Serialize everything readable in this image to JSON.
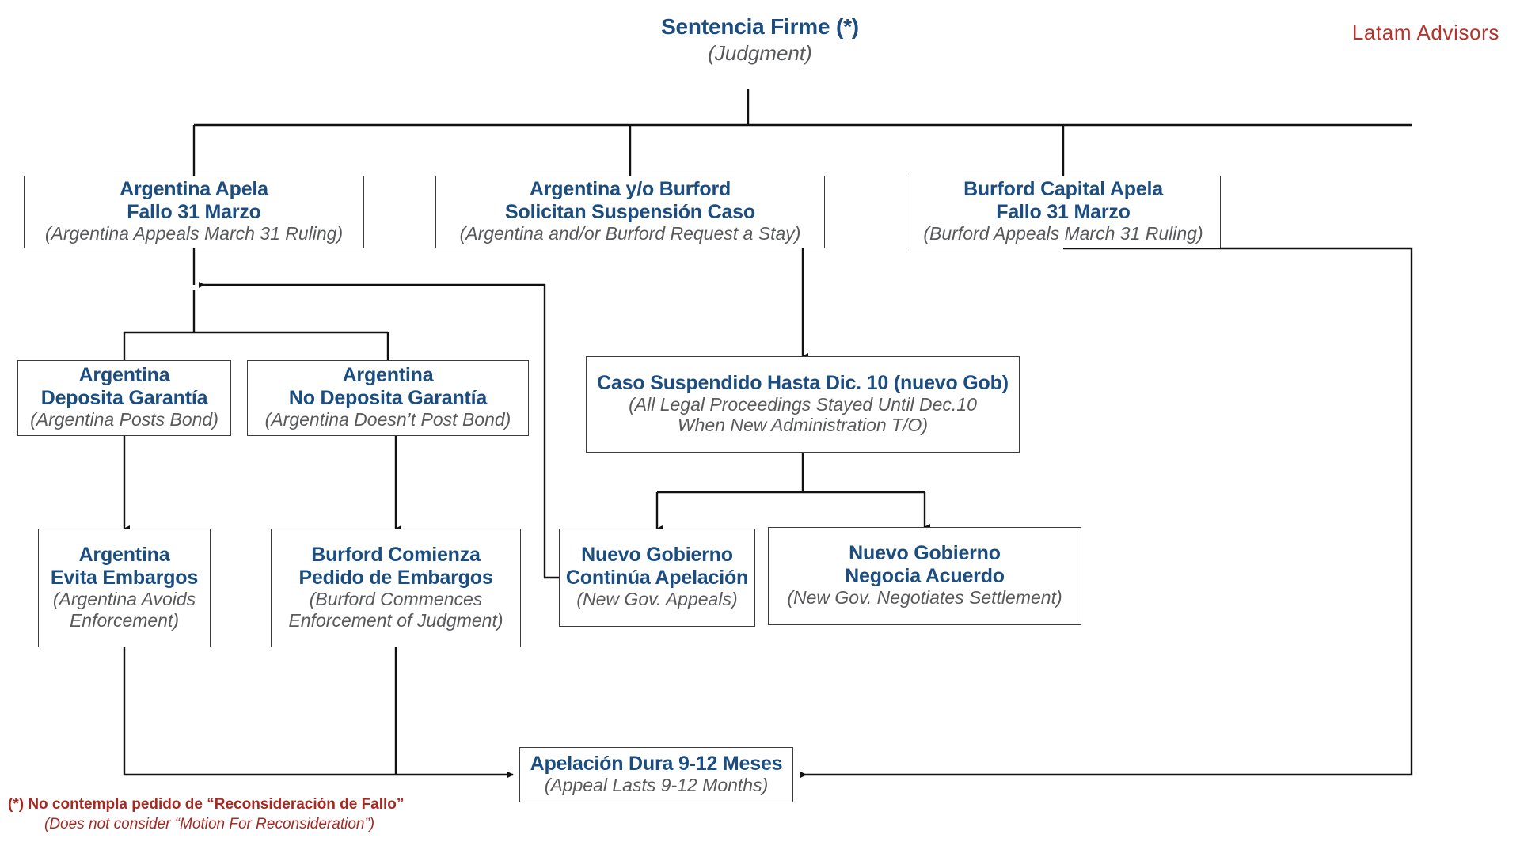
{
  "brand": {
    "name": "Latam Advisors",
    "color": "#b5332c"
  },
  "root": {
    "es": "Sentencia Firme (*)",
    "en": "(Judgment)"
  },
  "colors": {
    "heading_blue": "#1c4d80",
    "subtitle_gray": "#58595b",
    "note_red": "#a62a23",
    "connector": "#111111",
    "box_border": "#3b3b3b",
    "background": "#ffffff"
  },
  "nodes": {
    "arg_apela": {
      "es_line1": "Argentina Apela",
      "es_line2": "Fallo 31 Marzo",
      "en": "(Argentina Appeals March 31 Ruling)"
    },
    "stay_request": {
      "es_line1": "Argentina y/o Burford",
      "es_line2": "Solicitan Suspensión Caso",
      "en": "(Argentina and/or Burford Request a Stay)"
    },
    "burford_apela": {
      "es_line1": "Burford Capital Apela",
      "es_line2": "Fallo 31 Marzo",
      "en": "(Burford Appeals March 31 Ruling)"
    },
    "posts_bond": {
      "es_line1": "Argentina",
      "es_line2": "Deposita Garantía",
      "en": "(Argentina Posts Bond)"
    },
    "no_bond": {
      "es_line1": "Argentina",
      "es_line2": "No Deposita Garantía",
      "en": "(Argentina Doesn’t Post Bond)"
    },
    "case_stayed": {
      "es_line1": "Caso Suspendido Hasta Dic. 10 (nuevo Gob)",
      "es_line2": "",
      "en_line1": "(All Legal Proceedings Stayed Until Dec.10",
      "en_line2": "When New Administration T/O)"
    },
    "avoids_enf": {
      "es_line1": "Argentina",
      "es_line2": "Evita Embargos",
      "en_line1": "(Argentina Avoids",
      "en_line2": "Enforcement)"
    },
    "burford_enf": {
      "es_line1": "Burford Comienza",
      "es_line2": "Pedido de Embargos",
      "en_line1": "(Burford Commences",
      "en_line2": "Enforcement of Judgment)"
    },
    "newgov_appeals": {
      "es_line1": "Nuevo Gobierno",
      "es_line2": "Continúa Apelación",
      "en": "(New Gov. Appeals)"
    },
    "newgov_settle": {
      "es_line1": "Nuevo Gobierno",
      "es_line2": "Negocia Acuerdo",
      "en": "(New Gov. Negotiates Settlement)"
    },
    "appeal_length": {
      "es_line1": "Apelación Dura 9-12 Meses",
      "es_line2": "",
      "en": "(Appeal Lasts 9-12 Months)"
    }
  },
  "footnote": {
    "es": "(*) No contempla pedido de “Reconsideración de Fallo”",
    "en": "(Does not consider “Motion For Reconsideration”)"
  }
}
